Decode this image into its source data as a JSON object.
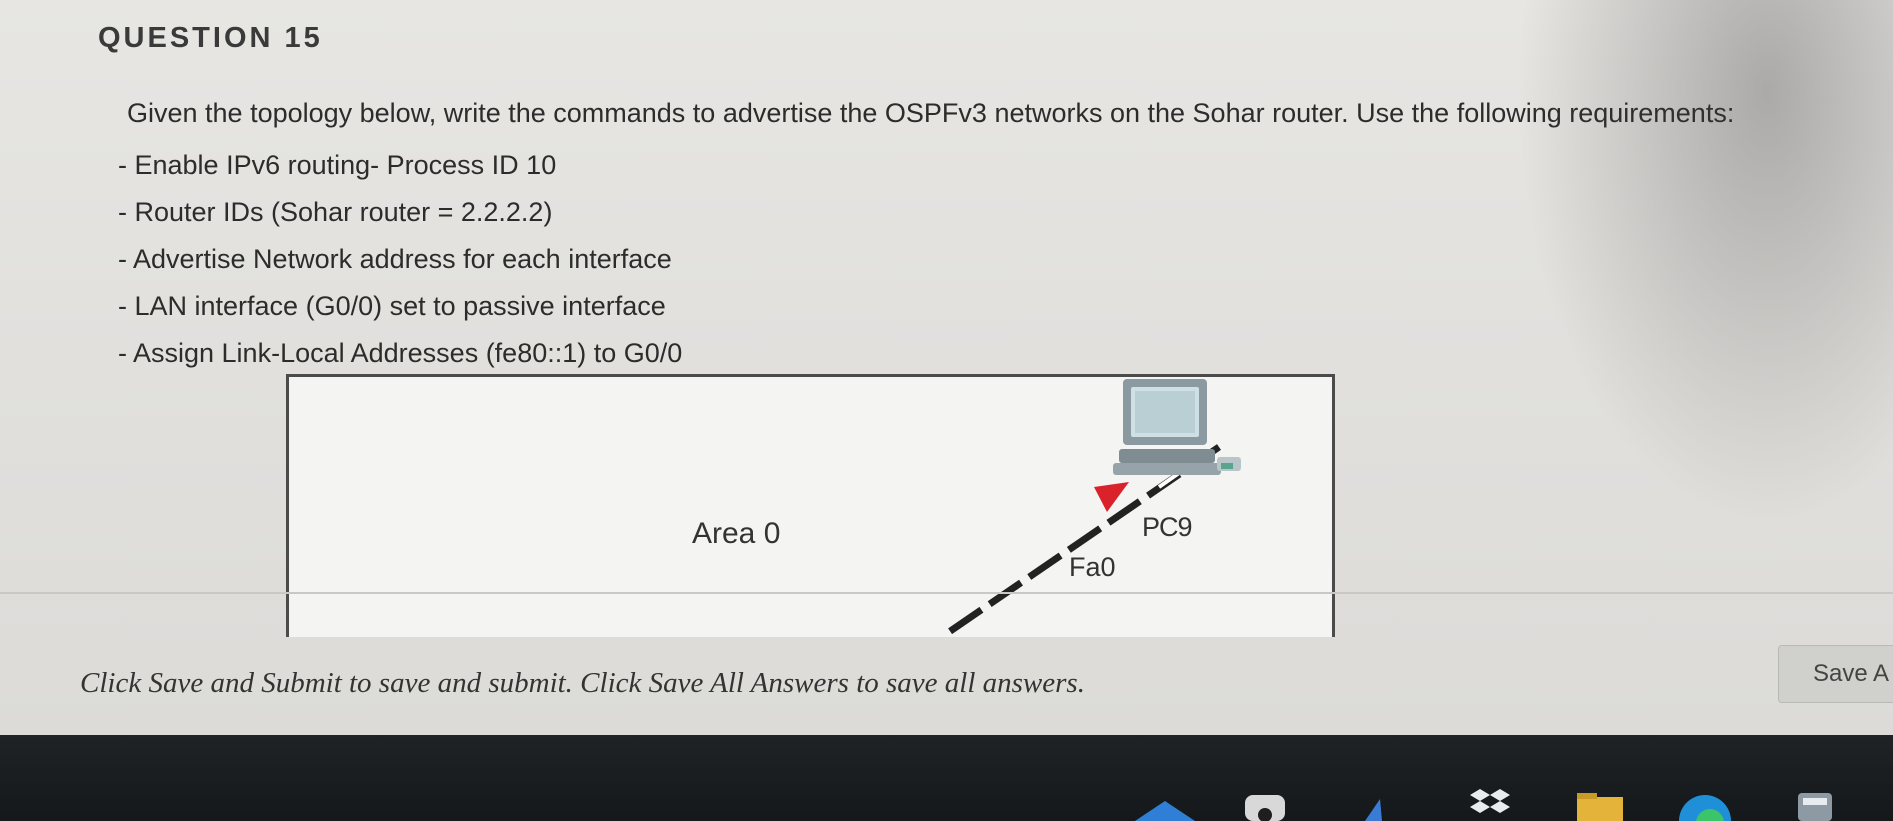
{
  "question": {
    "title": "QUESTION 15",
    "prompt": "Given the topology below, write the commands to advertise the OSPFv3 networks on the Sohar router. Use the following requirements:",
    "requirements": [
      "- Enable IPv6 routing- Process ID 10",
      "- Router IDs (Sohar router = 2.2.2.2)",
      "- Advertise Network address for each interface",
      "- LAN interface (G0/0) set to passive interface",
      "- Assign Link-Local Addresses (fe80::1) to G0/0"
    ]
  },
  "topology": {
    "area_label": "Area 0",
    "pc_label": "PC9",
    "port_label": "Fa0"
  },
  "footer": {
    "instruction": "Click Save and Submit to save and submit. Click Save All Answers to save all answers.",
    "save_all_label": "Save A"
  },
  "taskbar": {
    "icons": [
      "file-explorer-icon",
      "letter-a-icon",
      "app-icon",
      "dropbox-icon",
      "folder-icon",
      "edge-icon",
      "calculator-icon"
    ]
  }
}
